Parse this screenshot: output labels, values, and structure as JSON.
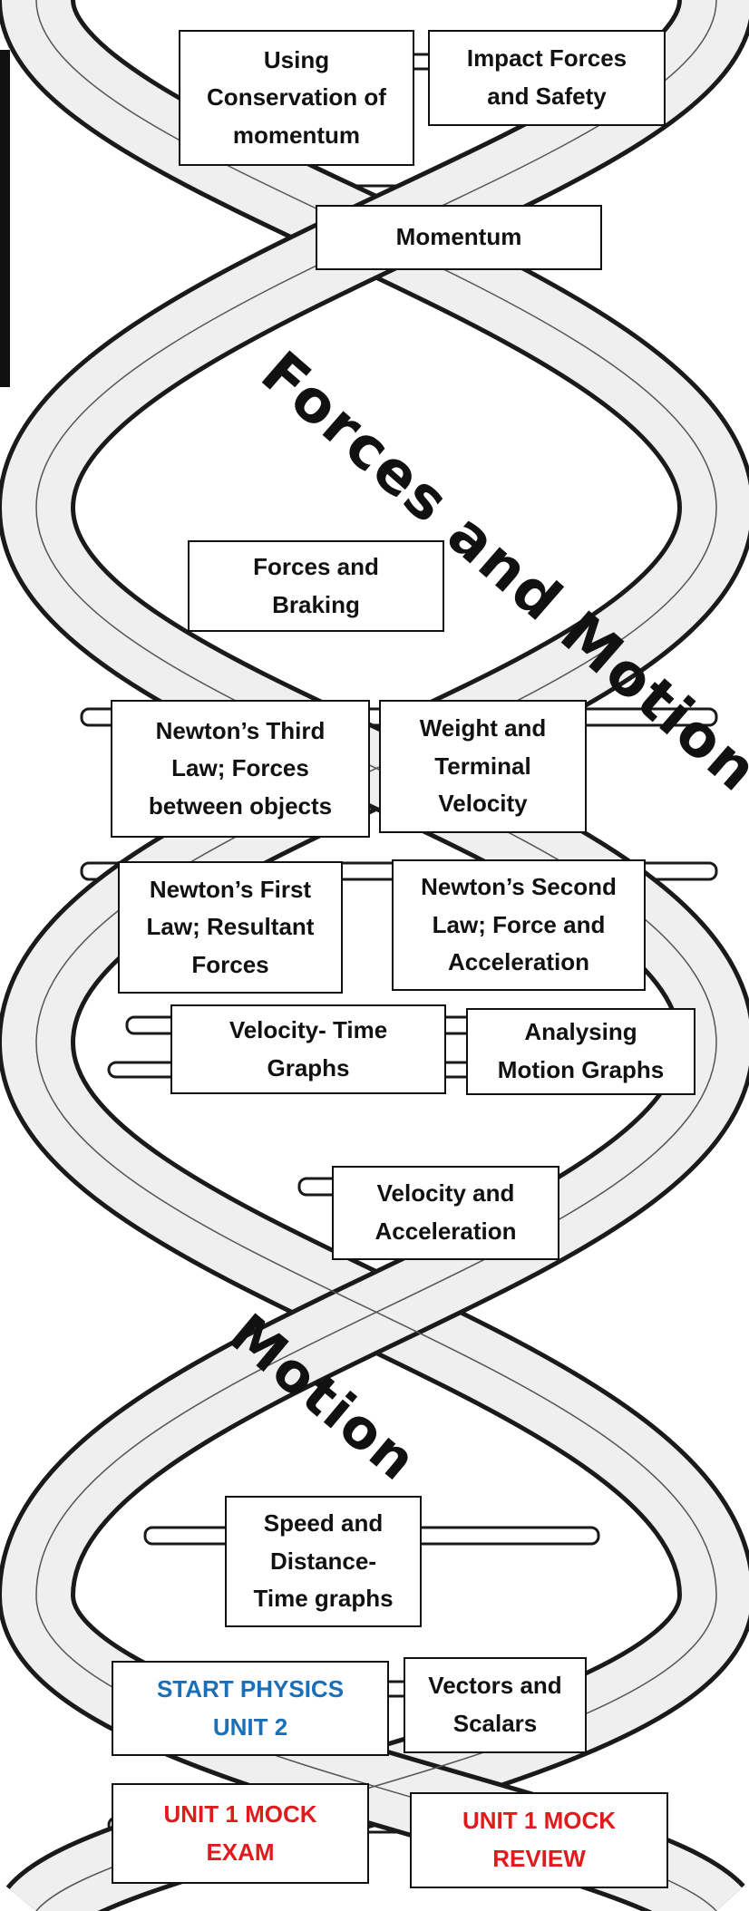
{
  "diagram": {
    "section_titles": {
      "forces_and_motion": "Forces and Motion",
      "motion": "Motion"
    },
    "topics": {
      "using_conservation": "Using\nConservation of\nmomentum",
      "impact_forces": "Impact Forces\nand Safety",
      "momentum": "Momentum",
      "forces_braking": "Forces and\nBraking",
      "newtons_third": "Newton’s Third\nLaw; Forces\nbetween objects",
      "weight_terminal": "Weight and\nTerminal\nVelocity",
      "newtons_first": "Newton’s First\nLaw; Resultant\nForces",
      "newtons_second": "Newton’s Second\nLaw; Force and\nAcceleration",
      "velocity_time": "Velocity- Time\nGraphs",
      "analysing_motion": "Analysing\nMotion Graphs",
      "velocity_acceleration": "Velocity and\nAcceleration",
      "speed_distance": "Speed and\nDistance-\nTime graphs",
      "start_physics": "START PHYSICS\nUNIT 2",
      "vectors_scalars": "Vectors and\nScalars",
      "unit1_mock_exam": "UNIT 1 MOCK\nEXAM",
      "unit1_mock_review": "UNIT 1 MOCK\nREVIEW"
    },
    "colors": {
      "strand_fill": "#efefef",
      "strand_outline": "#1a1a1a",
      "start_label": "#1a6fb8",
      "mock_label": "#e01b1b"
    }
  }
}
